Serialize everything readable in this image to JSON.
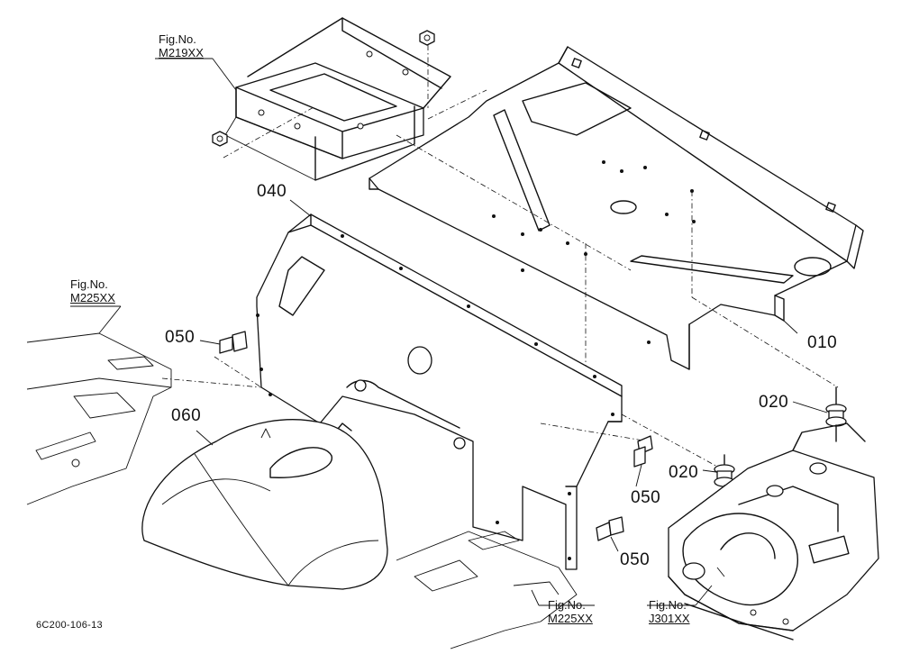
{
  "labels": {
    "p010": "010",
    "p020a": "020",
    "p020b": "020",
    "p040": "040",
    "p050a": "050",
    "p050b": "050",
    "p050c": "050",
    "p060": "060"
  },
  "fig_refs": {
    "top": {
      "prefix": "Fig.No.",
      "id": "M219XX"
    },
    "left": {
      "prefix": "Fig.No.",
      "id": "M225XX"
    },
    "bottom": {
      "prefix": "Fig.No.",
      "id": "M225XX"
    },
    "right": {
      "prefix": "Fig.No.",
      "id": "J301XX"
    }
  },
  "drawing_code": "6C200-106-13"
}
